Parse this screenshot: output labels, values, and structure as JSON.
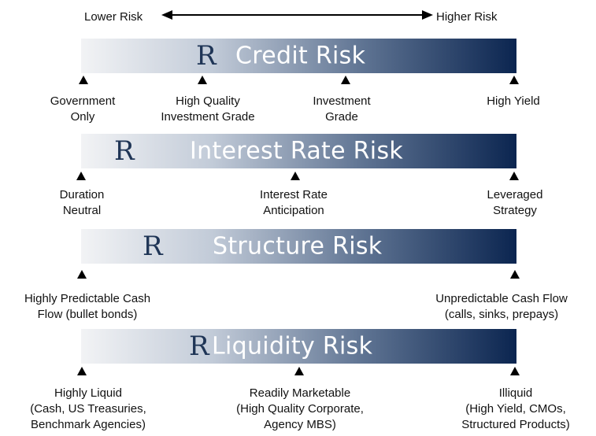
{
  "scale": {
    "lower": "Lower Risk",
    "higher": "Higher Risk"
  },
  "logo_letter": "R",
  "bands": [
    {
      "title": "Credit Risk",
      "markers": [
        {
          "label": "Government\nOnly"
        },
        {
          "label": "High Quality\nInvestment Grade"
        },
        {
          "label": "Investment\nGrade"
        },
        {
          "label": "High Yield"
        }
      ]
    },
    {
      "title": "Interest Rate Risk",
      "markers": [
        {
          "label": "Duration\nNeutral"
        },
        {
          "label": "Interest Rate\nAnticipation"
        },
        {
          "label": "Leveraged\nStrategy"
        }
      ]
    },
    {
      "title": "Structure Risk",
      "markers": [
        {
          "label": "Highly Predictable Cash\nFlow (bullet bonds)"
        },
        {
          "label": "Unpredictable Cash Flow\n(calls, sinks, prepays)"
        }
      ]
    },
    {
      "title": "Liquidity Risk",
      "markers": [
        {
          "label": "Highly Liquid\n(Cash, US Treasuries,\nBenchmark Agencies)"
        },
        {
          "label": "Readily Marketable\n(High Quality Corporate,\nAgency MBS)"
        },
        {
          "label": "Illiquid\n(High Yield, CMOs,\nStructured Products)"
        }
      ]
    }
  ]
}
